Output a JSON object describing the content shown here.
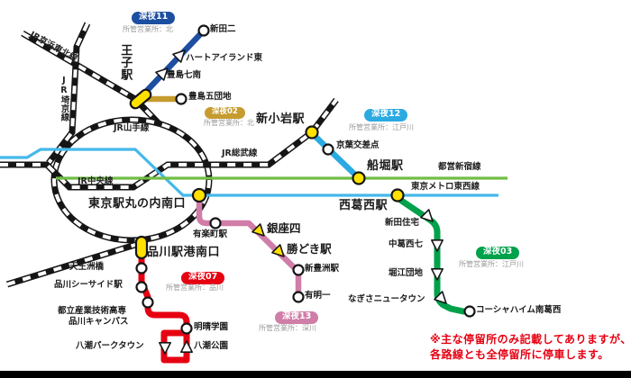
{
  "routes": {
    "s11": {
      "badge": "深夜11",
      "office": "所管営業所：北",
      "color": "#1d4fa1"
    },
    "s02": {
      "badge": "深夜02",
      "office": "所管営業所：北",
      "color": "#c69c2e"
    },
    "s12": {
      "badge": "深夜12",
      "office": "所管営業所：江戸川",
      "color": "#2baae2"
    },
    "s03": {
      "badge": "深夜03",
      "office": "所管営業所：江戸川",
      "color": "#00a14b"
    },
    "s07": {
      "badge": "深夜07",
      "office": "所管営業所：品川",
      "color": "#e60012"
    },
    "s13": {
      "badge": "深夜13",
      "office": "所管営業所：深川",
      "color": "#d07da8"
    }
  },
  "stations": {
    "oji": "王子駅",
    "shinkoiwa": "新小岩駅",
    "funabori": "船堀駅",
    "nishikasai": "西葛西駅",
    "tokyo": "東京駅丸の内南口",
    "shinagawa": "品川駅港南口",
    "ginza4": "銀座四",
    "kachidoki": "勝どき駅"
  },
  "stops": {
    "nittani": "新田二",
    "heartisland": "ハートアイランド東",
    "toshima7": "豊島七南",
    "toshima5": "豊島五団地",
    "keiyo": "京葉交差点",
    "nittajutaku": "新田住宅",
    "nakakasai7": "中葛西七",
    "horie": "堀江団地",
    "nagisa": "なぎさニュータウン",
    "kosha": "コーシャハイム南葛西",
    "yurakucho": "有楽町駅",
    "shintoyosu": "新豊洲駅",
    "ariake1": "有明一",
    "tennozu": "天王洲橋",
    "seaside": "品川シーサイド駅",
    "kosen1": "都立産業技術高専",
    "kosen2": "品川キャンパス",
    "meisei": "明晴学園",
    "yashio_park": "八潮パークタウン",
    "yashio_koen": "八潮公園"
  },
  "rail_lines": {
    "keihintohoku": "JR京浜東北線",
    "saikyo": "JR埼京線",
    "yamanote": "JR山手線",
    "chuo": "JR中央線",
    "sobu": "JR総武線",
    "toei_shinjuku": "都営新宿線",
    "tozai": "東京メトロ東西線"
  },
  "note": {
    "line1": "※主な停留所のみ記載してありますが、",
    "line2": "各路線とも全停留所に停車します。"
  },
  "colors": {
    "station_marker": "#ffe100",
    "tozai_line": "#45b8ea",
    "shinjuku_line": "#6fbe44",
    "note_text": "#e60012"
  }
}
